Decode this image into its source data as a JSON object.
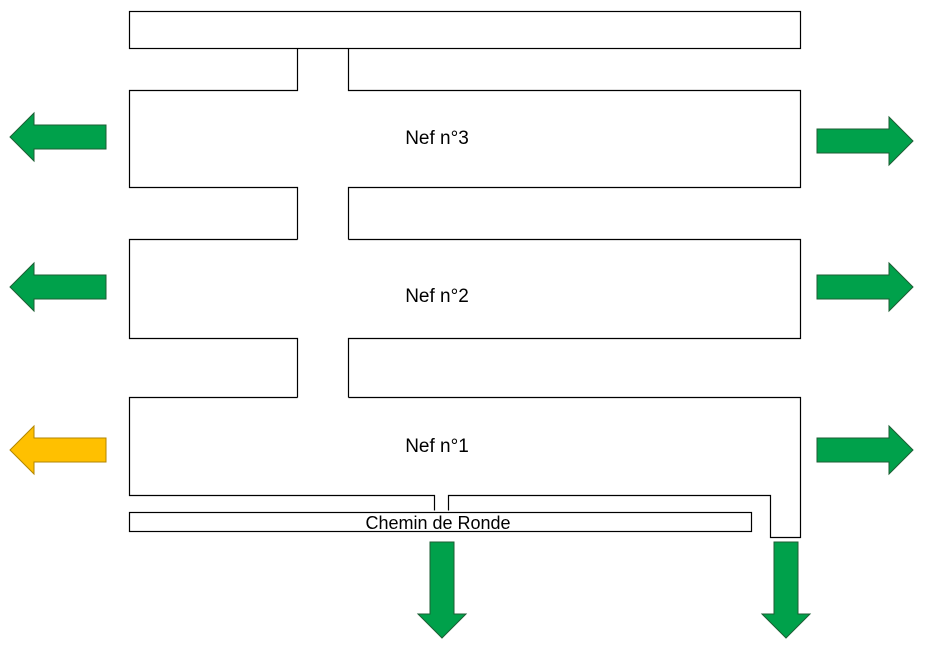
{
  "labels": {
    "nef3": "Nef n°3",
    "nef2": "Nef n°2",
    "nef1": "Nef n°1",
    "chemin": "Chemin de Ronde"
  },
  "arrows": {
    "nef3_left": "green",
    "nef3_right": "green",
    "nef2_left": "green",
    "nef2_right": "green",
    "nef1_left": "yellow",
    "nef1_right": "green",
    "bottom_middle": "green",
    "bottom_right": "green"
  },
  "colors": {
    "green_fill": "#00a14b",
    "green_stroke": "#1b5e33",
    "yellow_fill": "#ffc000",
    "yellow_stroke": "#b38600",
    "wall_stroke": "#000000"
  }
}
